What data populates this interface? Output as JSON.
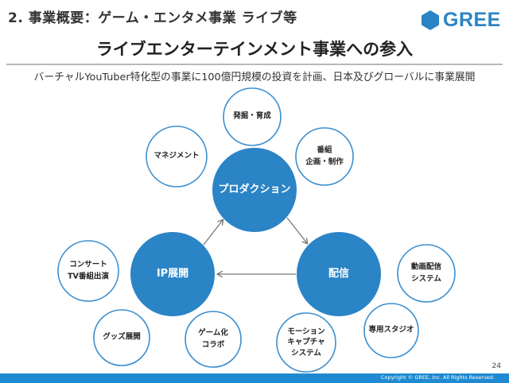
{
  "header": {
    "section_title": "2. 事業概要：ゲーム・エンタメ事業 ライブ等",
    "logo_text": "GREE"
  },
  "slide": {
    "title": "ライブエンターテインメント事業への参入",
    "subtitle": "バーチャルYouTuber特化型の事業に100億円規模の投資を計画、日本及びグローバルに事業展開"
  },
  "diagram": {
    "hubs": {
      "production": "プロダクション",
      "ip": "IP展開",
      "distribution": "配信"
    },
    "satellites": {
      "discovery": [
        "発掘・育成"
      ],
      "management": [
        "マネジメント"
      ],
      "programs": [
        "番組",
        "企画・制作"
      ],
      "concert": [
        "コンサート",
        "TV番組出演"
      ],
      "goods": [
        "グッズ展開"
      ],
      "collab": [
        "ゲーム化",
        "コラボ"
      ],
      "motion": [
        "モーション",
        "キャプチャ",
        "システム"
      ],
      "studio": [
        "専用スタジオ"
      ],
      "video_system": [
        "動画配信",
        "システム"
      ]
    }
  },
  "footer": {
    "copyright": "Copyright © GREE, Inc. All Rights Reserved.",
    "page_number": "24"
  },
  "colors": {
    "hub_fill": "#2a84c6",
    "satellite_stroke": "#3b8fd0",
    "arrow": "#777777",
    "footer_bar": "#1f8ad1"
  }
}
